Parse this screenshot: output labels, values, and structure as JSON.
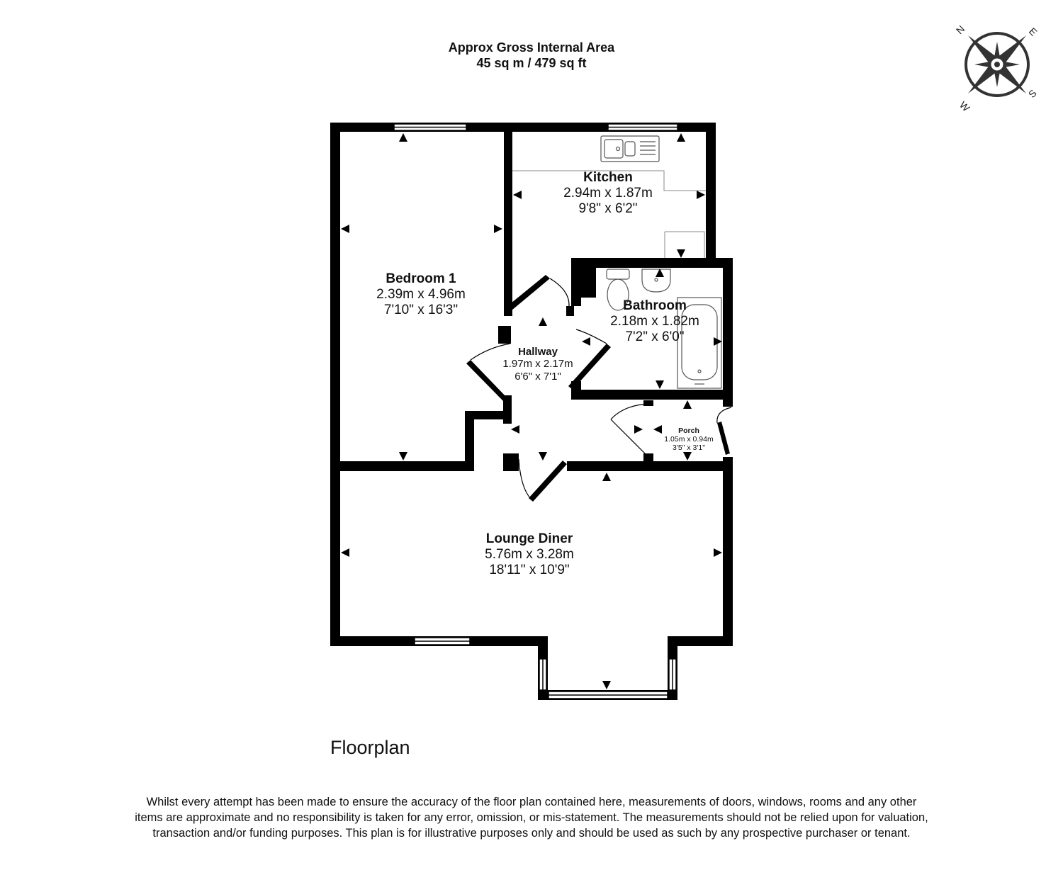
{
  "header": {
    "area_title": "Approx Gross Internal Area",
    "area_value": "45 sq m / 479 sq ft"
  },
  "compass": {
    "n": "N",
    "e": "E",
    "s": "S",
    "w": "W"
  },
  "rooms": {
    "kitchen": {
      "name": "Kitchen",
      "metric": "2.94m x 1.87m",
      "imperial": "9'8\" x 6'2\""
    },
    "bedroom": {
      "name": "Bedroom 1",
      "metric": "2.39m x 4.96m",
      "imperial": "7'10\" x 16'3\""
    },
    "bathroom": {
      "name": "Bathroom",
      "metric": "2.18m x 1.82m",
      "imperial": "7'2\" x 6'0\""
    },
    "hallway": {
      "name": "Hallway",
      "metric": "1.97m x 2.17m",
      "imperial": "6'6\" x 7'1\""
    },
    "porch": {
      "name": "Porch",
      "metric": "1.05m x 0.94m",
      "imperial": "3'5\" x 3'1\""
    },
    "lounge": {
      "name": "Lounge Diner",
      "metric": "5.76m x 3.28m",
      "imperial": "18'11\" x 10'9\""
    }
  },
  "floor_title": "Floorplan",
  "disclaimer": "Whilst every attempt has been made to ensure the accuracy of the floor plan contained here, measurements of doors, windows, rooms and any other items are approximate and no responsibility is taken for any error, omission, or mis-statement. The measurements should not be relied upon for valuation, transaction and/or funding purposes. This plan is for illustrative purposes only and should be used as such by any prospective purchaser or tenant."
}
